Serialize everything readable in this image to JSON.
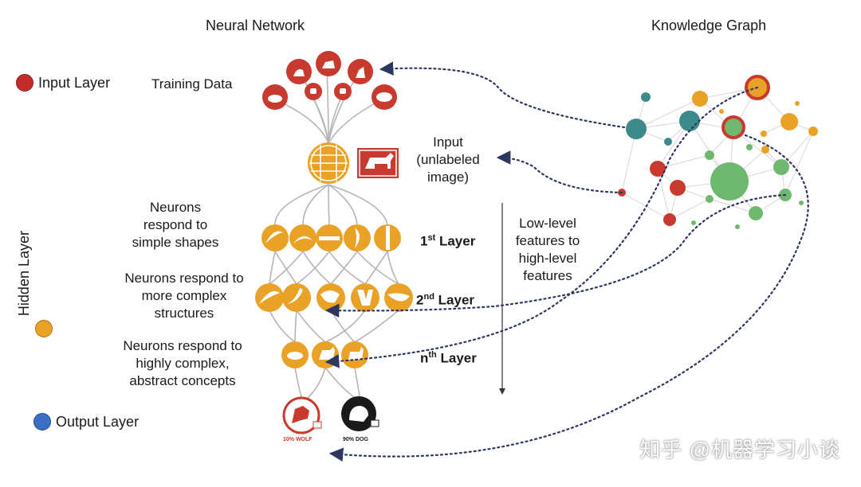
{
  "titles": {
    "left": "Neural Network",
    "right": "Knowledge Graph"
  },
  "legend": {
    "input": {
      "label": "Input Layer",
      "color": "#c62b2b"
    },
    "hidden": {
      "label": "Hidden Layer",
      "color": "#e9a126"
    },
    "output": {
      "label": "Output Layer",
      "color": "#3b6fc4"
    }
  },
  "labels": {
    "training_data": "Training Data",
    "input": [
      "Input",
      "(unlabeled",
      "image)"
    ],
    "neurons_simple": [
      "Neurons",
      "respond to",
      "simple shapes"
    ],
    "neurons_complex": [
      "Neurons respond to",
      "more complex",
      "structures"
    ],
    "neurons_abstract": [
      "Neurons respond to",
      "highly complex,",
      "abstract concepts"
    ],
    "features": [
      "Low-level",
      "features to",
      "high-level",
      "features"
    ]
  },
  "layers": {
    "first": {
      "prefix": "1",
      "sup": "st",
      "suffix": " Layer"
    },
    "second": {
      "prefix": "2",
      "sup": "nd",
      "suffix": " Layer"
    },
    "nth": {
      "prefix": "n",
      "sup": "th",
      "suffix": " Layer"
    }
  },
  "outputs": {
    "wolf": "10% WOLF",
    "dog": "90% DOG"
  },
  "watermark": "知乎 @机器学习小谈",
  "colors": {
    "red": "#c93a2e",
    "orange": "#e9a126",
    "teal": "#3d8a8a",
    "green": "#6fb86f",
    "arrow": "#2d3561",
    "line": "#b5b5b5"
  }
}
